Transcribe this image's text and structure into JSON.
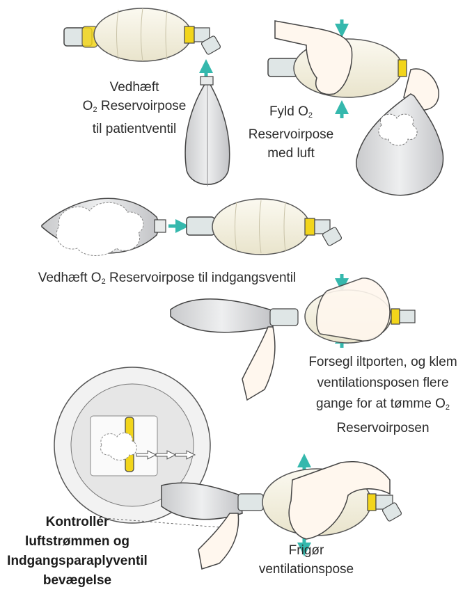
{
  "captions": {
    "step1": {
      "line1": "Vedhæft",
      "line2_pre": "O",
      "line2_sub": "2",
      "line2_post": " Reservoirpose",
      "line3": "til patientventil"
    },
    "step2": {
      "line1_pre": "Fyld O",
      "line1_sub": "2",
      "line2": "Reservoirpose",
      "line3": "med luft"
    },
    "step3": {
      "pre": "Vedhæft O",
      "sub": "2",
      "post": " Reservoirpose til indgangsventil"
    },
    "step4": {
      "line1": "Forsegl iltporten, og klem",
      "line2": "ventilationsposen flere",
      "line3_pre": "gange for at tømme O",
      "line3_sub": "2",
      "line4": "Reservoirposen"
    },
    "step5": {
      "line1": "Frigør",
      "line2": "ventilationspose"
    },
    "step6": {
      "line1": "Kontrollér",
      "line2": "luftstrømmen og",
      "line3": "Indgangsparaplyventil",
      "line4": "bevægelse"
    }
  },
  "colors": {
    "arrow": "#35b8ad",
    "bag": "#f3efde",
    "valve_yellow": "#f2d51b",
    "bag_outline": "#555555",
    "reservoir": "#dfe0e2"
  }
}
